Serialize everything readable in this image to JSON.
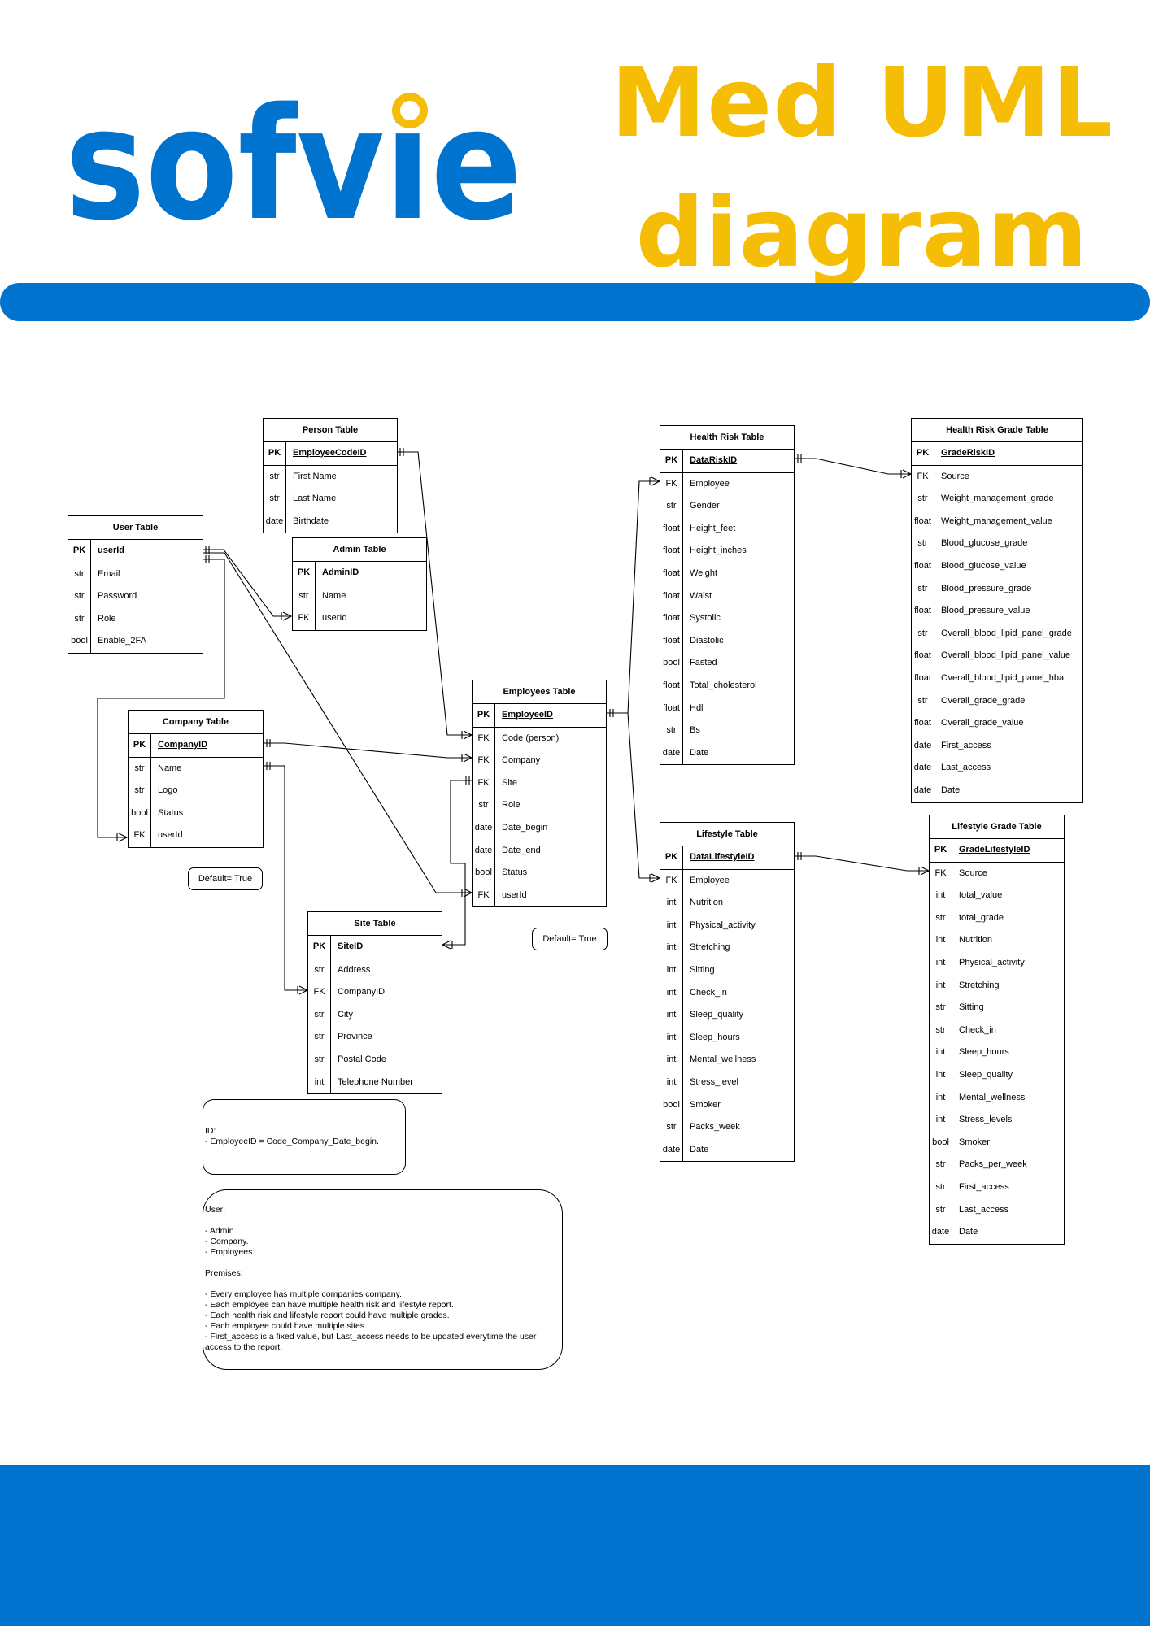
{
  "logo": {
    "text": "sofvie",
    "color": "#0073cf",
    "dot_color": "#f6bd06"
  },
  "title": {
    "line1": "Med UML",
    "line2": "diagram",
    "color": "#f6bd06"
  },
  "brand_color": "#0073cf",
  "tables": {
    "person": {
      "title": "Person Table",
      "rows": [
        {
          "type": "PK",
          "name": "EmployeeCodeID"
        },
        {
          "type": "str",
          "name": "First Name"
        },
        {
          "type": "str",
          "name": "Last Name"
        },
        {
          "type": "date",
          "name": "Birthdate"
        }
      ]
    },
    "admin": {
      "title": "Admin Table",
      "rows": [
        {
          "type": "PK",
          "name": "AdminID"
        },
        {
          "type": "str",
          "name": "Name"
        },
        {
          "type": "FK",
          "name": "userId"
        }
      ]
    },
    "user": {
      "title": "User Table",
      "rows": [
        {
          "type": "PK",
          "name": "userId"
        },
        {
          "type": "str",
          "name": "Email"
        },
        {
          "type": "str",
          "name": "Password"
        },
        {
          "type": "str",
          "name": "Role"
        },
        {
          "type": "bool",
          "name": "Enable_2FA"
        }
      ]
    },
    "company": {
      "title": "Company Table",
      "rows": [
        {
          "type": "PK",
          "name": "CompanyID"
        },
        {
          "type": "str",
          "name": "Name"
        },
        {
          "type": "str",
          "name": "Logo"
        },
        {
          "type": "bool",
          "name": "Status"
        },
        {
          "type": "FK",
          "name": "userId"
        }
      ]
    },
    "employees": {
      "title": "Employees Table",
      "rows": [
        {
          "type": "PK",
          "name": "EmployeeID"
        },
        {
          "type": "FK",
          "name": "Code (person)"
        },
        {
          "type": "FK",
          "name": "Company"
        },
        {
          "type": "FK",
          "name": "Site"
        },
        {
          "type": "str",
          "name": "Role"
        },
        {
          "type": "date",
          "name": "Date_begin"
        },
        {
          "type": "date",
          "name": "Date_end"
        },
        {
          "type": "bool",
          "name": "Status"
        },
        {
          "type": "FK",
          "name": "userId"
        }
      ]
    },
    "site": {
      "title": "Site Table",
      "rows": [
        {
          "type": "PK",
          "name": "SiteID"
        },
        {
          "type": "str",
          "name": "Address"
        },
        {
          "type": "FK",
          "name": "CompanyID"
        },
        {
          "type": "str",
          "name": "City"
        },
        {
          "type": "str",
          "name": "Province"
        },
        {
          "type": "str",
          "name": "Postal Code"
        },
        {
          "type": "int",
          "name": "Telephone Number"
        }
      ]
    },
    "health_risk": {
      "title": "Health Risk Table",
      "rows": [
        {
          "type": "PK",
          "name": "DataRiskID"
        },
        {
          "type": "FK",
          "name": "Employee"
        },
        {
          "type": "str",
          "name": "Gender"
        },
        {
          "type": "float",
          "name": "Height_feet"
        },
        {
          "type": "float",
          "name": "Height_inches"
        },
        {
          "type": "float",
          "name": "Weight"
        },
        {
          "type": "float",
          "name": "Waist"
        },
        {
          "type": "float",
          "name": "Systolic"
        },
        {
          "type": "float",
          "name": "Diastolic"
        },
        {
          "type": "bool",
          "name": "Fasted"
        },
        {
          "type": "float",
          "name": "Total_cholesterol"
        },
        {
          "type": "float",
          "name": "Hdl"
        },
        {
          "type": "str",
          "name": "Bs"
        },
        {
          "type": "date",
          "name": "Date"
        }
      ]
    },
    "health_risk_grade": {
      "title": "Health Risk Grade Table",
      "rows": [
        {
          "type": "PK",
          "name": "GradeRiskID"
        },
        {
          "type": "FK",
          "name": "Source"
        },
        {
          "type": "str",
          "name": "Weight_management_grade"
        },
        {
          "type": "float",
          "name": "Weight_management_value"
        },
        {
          "type": "str",
          "name": "Blood_glucose_grade"
        },
        {
          "type": "float",
          "name": "Blood_glucose_value"
        },
        {
          "type": "str",
          "name": "Blood_pressure_grade"
        },
        {
          "type": "float",
          "name": "Blood_pressure_value"
        },
        {
          "type": "str",
          "name": "Overall_blood_lipid_panel_grade"
        },
        {
          "type": "float",
          "name": "Overall_blood_lipid_panel_value"
        },
        {
          "type": "float",
          "name": "Overall_blood_lipid_panel_hba"
        },
        {
          "type": "str",
          "name": "Overall_grade_grade"
        },
        {
          "type": "float",
          "name": "Overall_grade_value"
        },
        {
          "type": "date",
          "name": "First_access"
        },
        {
          "type": "date",
          "name": "Last_access"
        },
        {
          "type": "date",
          "name": "Date"
        }
      ]
    },
    "lifestyle": {
      "title": "Lifestyle Table",
      "rows": [
        {
          "type": "PK",
          "name": "DataLifestyleID"
        },
        {
          "type": "FK",
          "name": "Employee"
        },
        {
          "type": "int",
          "name": "Nutrition"
        },
        {
          "type": "int",
          "name": "Physical_activity"
        },
        {
          "type": "int",
          "name": "Stretching"
        },
        {
          "type": "int",
          "name": "Sitting"
        },
        {
          "type": "int",
          "name": "Check_in"
        },
        {
          "type": "int",
          "name": "Sleep_quality"
        },
        {
          "type": "int",
          "name": "Sleep_hours"
        },
        {
          "type": "int",
          "name": "Mental_wellness"
        },
        {
          "type": "int",
          "name": "Stress_level"
        },
        {
          "type": "bool",
          "name": "Smoker"
        },
        {
          "type": "str",
          "name": "Packs_week"
        },
        {
          "type": "date",
          "name": "Date"
        }
      ]
    },
    "lifestyle_grade": {
      "title": "Lifestyle Grade Table",
      "rows": [
        {
          "type": "PK",
          "name": " GradeLifestyleID"
        },
        {
          "type": "FK",
          "name": "Source"
        },
        {
          "type": "int",
          "name": "total_value"
        },
        {
          "type": "str",
          "name": "total_grade"
        },
        {
          "type": "int",
          "name": "Nutrition"
        },
        {
          "type": "int",
          "name": "Physical_activity"
        },
        {
          "type": "int",
          "name": "Stretching"
        },
        {
          "type": "str",
          "name": "Sitting"
        },
        {
          "type": "str",
          "name": "Check_in"
        },
        {
          "type": "int",
          "name": "Sleep_hours"
        },
        {
          "type": "int",
          "name": "Sleep_quality"
        },
        {
          "type": "int",
          "name": "Mental_wellness"
        },
        {
          "type": "int",
          "name": "Stress_levels"
        },
        {
          "type": "bool",
          "name": "Smoker"
        },
        {
          "type": "str",
          "name": "Packs_per_week"
        },
        {
          "type": "str",
          "name": "First_access"
        },
        {
          "type": "str",
          "name": "Last_access"
        },
        {
          "type": "date",
          "name": "Date"
        }
      ]
    }
  },
  "notes": {
    "default_company": "Default= True",
    "default_employees": "Default= True",
    "id_note": "ID:\n- EmployeeID = Code_Company_Date_begin.",
    "premises_note": "User:\n\n- Admin.\n- Company.\n- Employees.\n\nPremises:\n\n- Every employee has multiple companies company.\n- Each employee can have multiple health risk and lifestyle report.\n- Each health risk and lifestyle report could have multiple grades.\n- Each employee could have multiple sites.\n- First_access is a fixed value, but Last_access needs to be updated everytime the user access to the report."
  }
}
